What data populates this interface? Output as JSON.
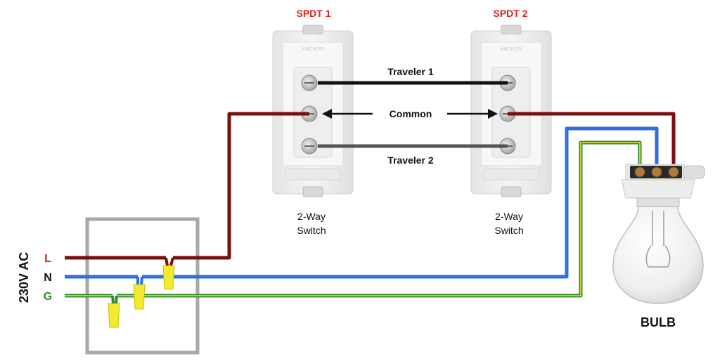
{
  "switches": {
    "spdt1": {
      "title": "SPDT 1",
      "line1": "2-Way",
      "line2": "Switch",
      "brand": "ANCHOR"
    },
    "spdt2": {
      "title": "SPDT 2",
      "line1": "2-Way",
      "line2": "Switch",
      "brand": "ANCHOR"
    }
  },
  "wires": {
    "traveler1": "Traveler 1",
    "common": "Common",
    "traveler2": "Traveler 2"
  },
  "supply": {
    "voltage": "230V AC",
    "live": "L",
    "neutral": "N",
    "ground": "G"
  },
  "bulb": {
    "label": "BULB"
  },
  "colors": {
    "live": "#7a0f0f",
    "neutral": "#2f6fe0",
    "ground_green": "#2e8b2e",
    "ground_yellow": "#e9e23a",
    "traveler1": "#111111",
    "traveler2": "#555555",
    "title_red": "#e02020",
    "connector": "#f2ea2c"
  }
}
